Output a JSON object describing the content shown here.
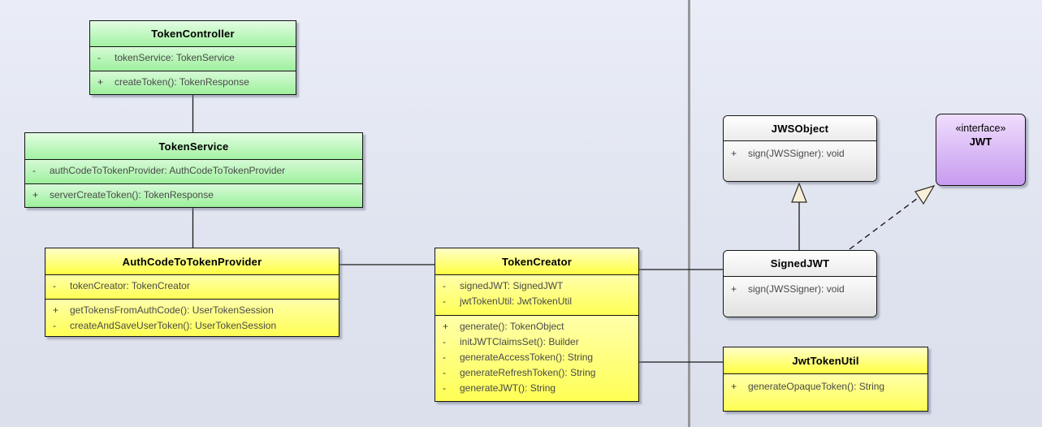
{
  "diagram": {
    "type": "uml-class-diagram",
    "page_separator_color": "#97979b",
    "connector_color": "#1a1a1a",
    "arrowhead_fill": "#f9efd9"
  },
  "colors": {
    "green": "#a2f2a2",
    "yellow": "#ffff55",
    "gray": "#e8e8e8",
    "purple": "#c79bf0"
  },
  "classes": {
    "tokenController": {
      "title": "TokenController",
      "attributes": [
        {
          "vis": "-",
          "text": "tokenService: TokenService"
        }
      ],
      "methods": [
        {
          "vis": "+",
          "text": "createToken(): TokenResponse"
        }
      ]
    },
    "tokenService": {
      "title": "TokenService",
      "attributes": [
        {
          "vis": "-",
          "text": "authCodeToTokenProvider: AuthCodeToTokenProvider"
        }
      ],
      "methods": [
        {
          "vis": "+",
          "text": "serverCreateToken(): TokenResponse"
        }
      ]
    },
    "authCodeToTokenProvider": {
      "title": "AuthCodeToTokenProvider",
      "attributes": [
        {
          "vis": "-",
          "text": "tokenCreator: TokenCreator"
        }
      ],
      "methods": [
        {
          "vis": "+",
          "text": "getTokensFromAuthCode(): UserTokenSession"
        },
        {
          "vis": "-",
          "text": "createAndSaveUserToken(): UserTokenSession"
        }
      ]
    },
    "tokenCreator": {
      "title": "TokenCreator",
      "attributes": [
        {
          "vis": "-",
          "text": "signedJWT: SignedJWT"
        },
        {
          "vis": "-",
          "text": "jwtTokenUtil: JwtTokenUtil"
        }
      ],
      "methods": [
        {
          "vis": "+",
          "text": "generate(): TokenObject"
        },
        {
          "vis": "-",
          "text": "initJWTClaimsSet(): Builder"
        },
        {
          "vis": "-",
          "text": "generateAccessToken(): String"
        },
        {
          "vis": "-",
          "text": "generateRefreshToken(): String"
        },
        {
          "vis": "-",
          "text": "generateJWT(): String"
        }
      ]
    },
    "jwsObject": {
      "title": "JWSObject",
      "methods": [
        {
          "vis": "+",
          "text": "sign(JWSSigner): void"
        }
      ]
    },
    "signedJWT": {
      "title": "SignedJWT",
      "methods": [
        {
          "vis": "+",
          "text": "sign(JWSSigner): void"
        }
      ]
    },
    "jwtInterface": {
      "stereotype": "«interface»",
      "title": "JWT"
    },
    "jwtTokenUtil": {
      "title": "JwtTokenUtil",
      "methods": [
        {
          "vis": "+",
          "text": "generateOpaqueToken(): String"
        }
      ]
    }
  },
  "relationships": [
    {
      "from": "TokenController",
      "to": "TokenService",
      "type": "association"
    },
    {
      "from": "TokenService",
      "to": "AuthCodeToTokenProvider",
      "type": "association"
    },
    {
      "from": "AuthCodeToTokenProvider",
      "to": "TokenCreator",
      "type": "association"
    },
    {
      "from": "TokenCreator",
      "to": "SignedJWT",
      "type": "association"
    },
    {
      "from": "TokenCreator",
      "to": "JwtTokenUtil",
      "type": "association"
    },
    {
      "from": "SignedJWT",
      "to": "JWSObject",
      "type": "generalization"
    },
    {
      "from": "SignedJWT",
      "to": "JWT",
      "type": "realization"
    }
  ]
}
